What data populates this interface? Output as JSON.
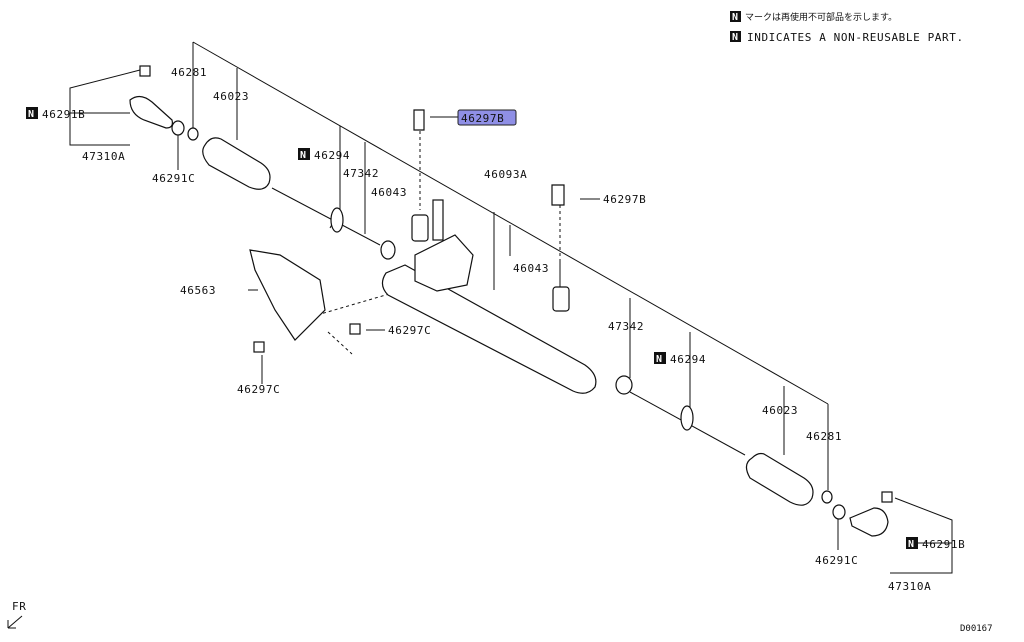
{
  "legend": {
    "marker": "N",
    "line_jp": "マークは再使用不可部品を示します。",
    "line_en": "INDICATES A NON-REUSABLE PART."
  },
  "labels": {
    "l_46281_top": "46281",
    "l_46023_top": "46023",
    "l_46291b_left": "46291B",
    "l_47310a_left": "47310A",
    "l_46291c_left": "46291C",
    "l_46294_top": "46294",
    "l_47342_top": "47342",
    "l_46043_top": "46043",
    "l_46297b_hl": "46297B",
    "l_46093a": "46093A",
    "l_46297b_right": "46297B",
    "l_46043_mid": "46043",
    "l_46563": "46563",
    "l_46297c_mid": "46297C",
    "l_46297c_left": "46297C",
    "l_47342_bot": "47342",
    "l_46294_bot": "46294",
    "l_46023_bot": "46023",
    "l_46281_bot": "46281",
    "l_46291c_bot": "46291C",
    "l_46291b_right": "46291B",
    "l_47310a_right": "47310A"
  },
  "front_marker": "FR",
  "diagram_code": "D00167",
  "colors": {
    "highlight": "#8f8fe6",
    "ink": "#111111"
  }
}
